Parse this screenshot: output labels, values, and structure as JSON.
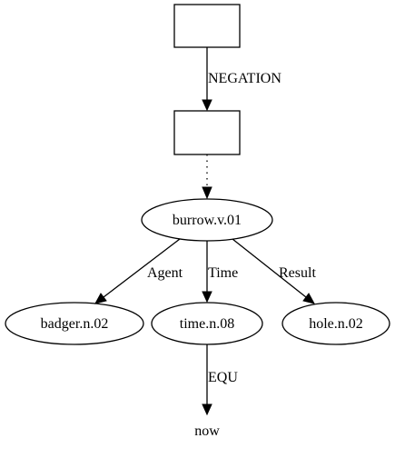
{
  "graph": {
    "nodes": {
      "box_top": {
        "label": ""
      },
      "box_mid": {
        "label": ""
      },
      "burrow": {
        "label": "burrow.v.01"
      },
      "badger": {
        "label": "badger.n.02"
      },
      "time": {
        "label": "time.n.08"
      },
      "hole": {
        "label": "hole.n.02"
      },
      "now": {
        "label": "now"
      }
    },
    "edges": {
      "negation": {
        "label": "NEGATION"
      },
      "agent": {
        "label": "Agent"
      },
      "time": {
        "label": "Time"
      },
      "result": {
        "label": "Result"
      },
      "equ": {
        "label": "EQU"
      }
    }
  }
}
